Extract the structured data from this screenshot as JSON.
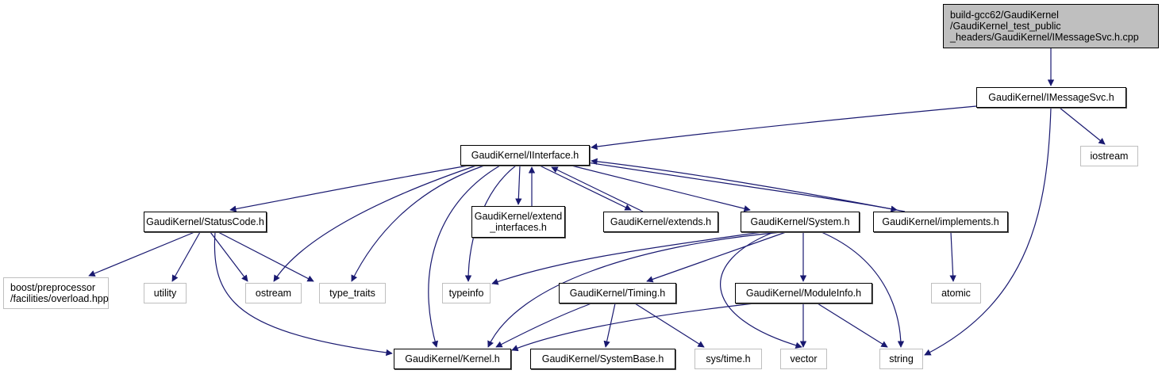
{
  "title": "Include dependency graph",
  "colors": {
    "edge": "#191970",
    "root_fill": "#bfbfbf",
    "local_border": "#000000",
    "external_border": "#bfbfbf"
  },
  "nodes": [
    {
      "id": "root",
      "label": "build-gcc62/GaudiKernel\n/GaudiKernel_test_public\n_headers/GaudiKernel/IMessageSvc.h.cpp",
      "kind": "root"
    },
    {
      "id": "imessagesvc",
      "label": "GaudiKernel/IMessageSvc.h",
      "kind": "local"
    },
    {
      "id": "iinterface",
      "label": "GaudiKernel/IInterface.h",
      "kind": "local"
    },
    {
      "id": "iostream",
      "label": "iostream",
      "kind": "external"
    },
    {
      "id": "statuscode",
      "label": "GaudiKernel/StatusCode.h",
      "kind": "local"
    },
    {
      "id": "extend_interfaces",
      "label": "GaudiKernel/extend\n_interfaces.h",
      "kind": "local"
    },
    {
      "id": "extends",
      "label": "GaudiKernel/extends.h",
      "kind": "local"
    },
    {
      "id": "system",
      "label": "GaudiKernel/System.h",
      "kind": "local"
    },
    {
      "id": "implements",
      "label": "GaudiKernel/implements.h",
      "kind": "local"
    },
    {
      "id": "boost_overload",
      "label": "boost/preprocessor\n/facilities/overload.hpp",
      "kind": "external"
    },
    {
      "id": "utility",
      "label": "utility",
      "kind": "external"
    },
    {
      "id": "ostream",
      "label": "ostream",
      "kind": "external"
    },
    {
      "id": "type_traits",
      "label": "type_traits",
      "kind": "external"
    },
    {
      "id": "typeinfo",
      "label": "typeinfo",
      "kind": "external"
    },
    {
      "id": "timing",
      "label": "GaudiKernel/Timing.h",
      "kind": "local"
    },
    {
      "id": "moduleinfo",
      "label": "GaudiKernel/ModuleInfo.h",
      "kind": "local"
    },
    {
      "id": "atomic",
      "label": "atomic",
      "kind": "external"
    },
    {
      "id": "kernel",
      "label": "GaudiKernel/Kernel.h",
      "kind": "local"
    },
    {
      "id": "systembase",
      "label": "GaudiKernel/SystemBase.h",
      "kind": "local"
    },
    {
      "id": "sys_time",
      "label": "sys/time.h",
      "kind": "external"
    },
    {
      "id": "vector",
      "label": "vector",
      "kind": "external"
    },
    {
      "id": "string",
      "label": "string",
      "kind": "external"
    }
  ],
  "edges": [
    [
      "root",
      "imessagesvc"
    ],
    [
      "imessagesvc",
      "iinterface"
    ],
    [
      "imessagesvc",
      "iostream"
    ],
    [
      "imessagesvc",
      "string"
    ],
    [
      "iinterface",
      "statuscode"
    ],
    [
      "iinterface",
      "ostream"
    ],
    [
      "iinterface",
      "type_traits"
    ],
    [
      "iinterface",
      "kernel"
    ],
    [
      "iinterface",
      "typeinfo"
    ],
    [
      "iinterface",
      "extend_interfaces"
    ],
    [
      "iinterface",
      "extends"
    ],
    [
      "iinterface",
      "system"
    ],
    [
      "iinterface",
      "implements"
    ],
    [
      "extend_interfaces",
      "iinterface"
    ],
    [
      "extends",
      "iinterface"
    ],
    [
      "implements",
      "iinterface"
    ],
    [
      "statuscode",
      "boost_overload"
    ],
    [
      "statuscode",
      "utility"
    ],
    [
      "statuscode",
      "ostream"
    ],
    [
      "statuscode",
      "type_traits"
    ],
    [
      "statuscode",
      "kernel"
    ],
    [
      "system",
      "typeinfo"
    ],
    [
      "system",
      "kernel"
    ],
    [
      "system",
      "timing"
    ],
    [
      "system",
      "vector"
    ],
    [
      "system",
      "moduleinfo"
    ],
    [
      "system",
      "string"
    ],
    [
      "implements",
      "atomic"
    ],
    [
      "timing",
      "kernel"
    ],
    [
      "timing",
      "systembase"
    ],
    [
      "timing",
      "sys_time"
    ],
    [
      "moduleinfo",
      "kernel"
    ],
    [
      "moduleinfo",
      "vector"
    ],
    [
      "moduleinfo",
      "string"
    ]
  ]
}
